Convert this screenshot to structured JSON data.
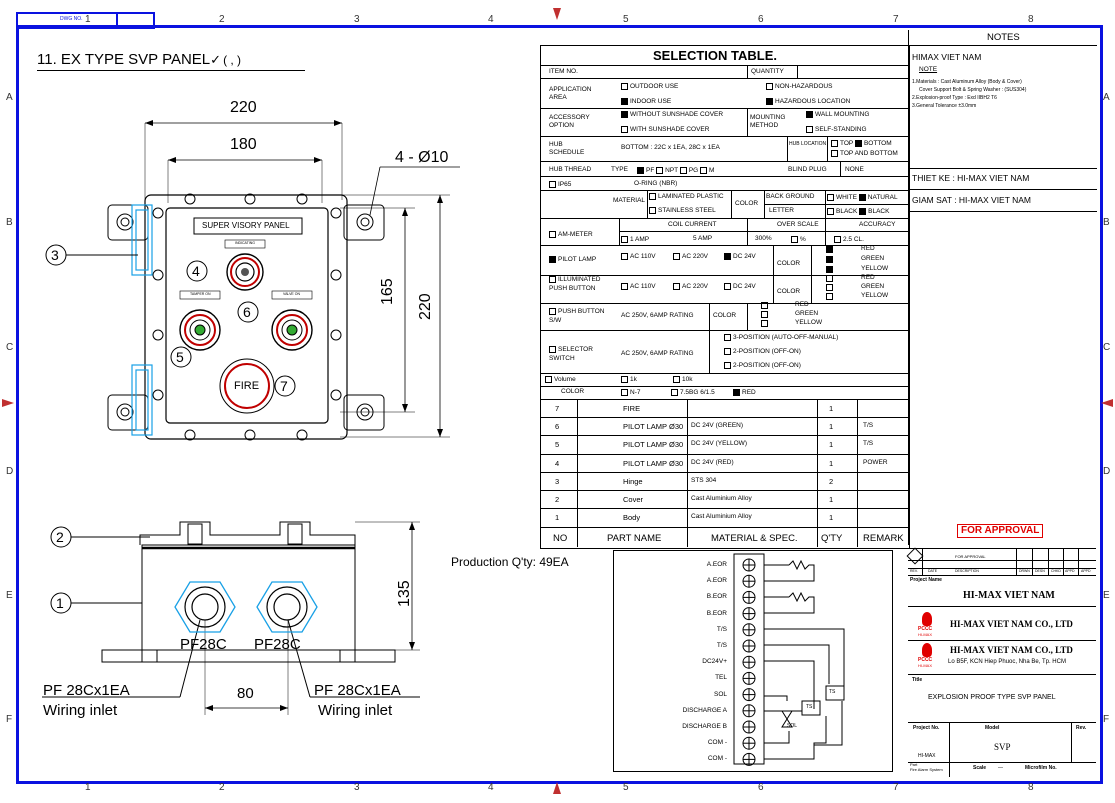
{
  "sheet": {
    "dwg_no_label": "DWG NO.",
    "col_numbers_top": [
      "1",
      "2",
      "3",
      "4",
      "5",
      "6",
      "7",
      "8"
    ],
    "col_numbers_bottom": [
      "1",
      "2",
      "3",
      "4",
      "5",
      "6",
      "7",
      "8"
    ],
    "row_letters": [
      "A",
      "B",
      "C",
      "D",
      "E",
      "F"
    ]
  },
  "drawing": {
    "title": "11. EX TYPE SVP PANEL",
    "surface_marks": "(  ,  )",
    "front_view": {
      "dim_220_top": "220",
      "dim_180": "180",
      "dim_holes": "4 - Ø10",
      "dim_165": "165",
      "dim_220_side": "220",
      "nameplate": "SUPER VISORY PANEL",
      "indicating_label": "INDICATING",
      "tamper_label": "TAMPER ON",
      "valve_label": "VALVE ON",
      "fire_label": "FIRE",
      "balloon_3": "3",
      "balloon_4": "4",
      "balloon_5": "5",
      "balloon_6": "6",
      "balloon_7": "7"
    },
    "bottom_view": {
      "balloon_1": "1",
      "balloon_2": "2",
      "dim_135": "135",
      "dim_80": "80",
      "hub1": "PF28C",
      "hub2": "PF28C",
      "inlet1_a": "PF 28Cx1EA",
      "inlet1_b": "Wiring inlet",
      "inlet2_a": "PF 28Cx1EA",
      "inlet2_b": "Wiring inlet"
    },
    "production_qty": "Production Q'ty: 49EA"
  },
  "selection_table": {
    "title": "SELECTION   TABLE.",
    "item_no": "ITEM NO.",
    "quantity": "QUANTITY",
    "application_area": "APPLICATION AREA",
    "outdoor_use": "OUTDOOR USE",
    "non_hazardous": "NON-HAZARDOUS",
    "indoor_use": "INDOOR USE",
    "hazardous": "HAZARDOUS LOCATION",
    "accessory_option": "ACCESSORY OPTION",
    "without_shade": "WITHOUT SUNSHADE COVER",
    "with_shade": "WITH SUNSHADE COVER",
    "mounting_method": "MOUNTING METHOD",
    "wall_mounting": "WALL MOUNTING",
    "self_standing": "SELF-STANDING",
    "hub_schedule": "HUB SCHEDULE",
    "hub_bottom": "BOTTOM :  22C x 1EA,  28C x 1EA",
    "hub_location": "HUB LOCATION",
    "top": "TOP",
    "bottom": "BOTTOM",
    "top_and_bottom": "TOP AND BOTTOM",
    "hub_thread": "HUB THREAD",
    "type": "TYPE",
    "pf": "PF",
    "npt": "NPT",
    "pg": "PG",
    "m": "M",
    "blind_plug": "BLIND PLUG",
    "none": "NONE",
    "ip65": "IP65",
    "oring": "O-RING  (NBR)",
    "material": "MATERIAL",
    "laminated": "LAMINATED PLASTIC",
    "stainless": "STAINLESS STEEL",
    "color": "COLOR",
    "back_ground": "BACK GROUND",
    "letter": "LETTER",
    "white": "WHITE",
    "natural": "NATURAL",
    "black": "BLACK",
    "coil_current": "COIL CURRENT",
    "over_scale": "OVER SCALE",
    "accuracy": "ACCURACY",
    "am_meter": "AM-METER",
    "one_amp": "1 AMP",
    "five_amp": "5 AMP",
    "pct300": "300%",
    "pct": "%",
    "cl25": "2.5 CL.",
    "pilot_lamp": "PILOT LAMP",
    "ac110": "AC 110V",
    "ac220": "AC 220V",
    "dc24": "DC 24V",
    "red": "RED",
    "green": "GREEN",
    "yellow": "YELLOW",
    "illuminated": "ILLUMINATED PUSH BUTTON",
    "push_button": "PUSH BUTTON S/W",
    "ac250": "AC 250V, 6AMP RATING",
    "selector": "SELECTOR SWITCH",
    "pos3": "3-POSITION (AUTO-OFF-MANUAL)",
    "pos2a": "2-POSITION (OFF-ON)",
    "pos2b": "2-POSITION (OFF-ON)",
    "volume": "Volume",
    "k1": "1k",
    "k10": "10k",
    "color2": "COLOR",
    "n7": "N-7",
    "bg75": "7.5BG 6/1.5",
    "red2": "RED"
  },
  "parts": [
    {
      "no": "7",
      "part": "FIRE",
      "spec": "",
      "qty": "1",
      "remark": ""
    },
    {
      "no": "6",
      "part": "PILOT LAMP Ø30",
      "spec": "DC 24V (GREEN)",
      "qty": "1",
      "remark": "T/S"
    },
    {
      "no": "5",
      "part": "PILOT LAMP Ø30",
      "spec": "DC 24V (YELLOW)",
      "qty": "1",
      "remark": "T/S"
    },
    {
      "no": "4",
      "part": "PILOT LAMP Ø30",
      "spec": "DC 24V (RED)",
      "qty": "1",
      "remark": "POWER"
    },
    {
      "no": "3",
      "part": "Hinge",
      "spec": "STS 304",
      "qty": "2",
      "remark": ""
    },
    {
      "no": "2",
      "part": "Cover",
      "spec": "Cast Aluminium Alloy",
      "qty": "1",
      "remark": ""
    },
    {
      "no": "1",
      "part": "Body",
      "spec": "Cast Aluminium Alloy",
      "qty": "1",
      "remark": ""
    }
  ],
  "parts_header": {
    "no": "NO",
    "part": "PART NAME",
    "spec": "MATERIAL & SPEC.",
    "qty": "Q'TY",
    "remark": "REMARK"
  },
  "terminals": [
    "A.EOR",
    "A.EOR",
    "B.EOR",
    "B.EOR",
    "T/S",
    "T/S",
    "DC24V+",
    "TEL",
    "SOL",
    "DISCHARGE A",
    "DISCHARGE B",
    "COM -",
    "COM -"
  ],
  "wiring_labels": {
    "ts1": "TS",
    "ts2": "TS",
    "sol": "SOL"
  },
  "notes": {
    "header": "NOTES",
    "company": "HIMAX VIET NAM",
    "note_label": "NOTE",
    "lines": [
      "1.Materials : Cast Aluminum Alloy (Body & Cover)",
      "Cover Support Bolt & Spring Washer : (SUS304)",
      "2.Explosion-proof Type : Exd IIBH2 T6",
      "3.General Tolerance ±3.0mm"
    ],
    "thiet_ke": "THIET KE :  HI-MAX VIET NAM",
    "giam_sat": "GIAM SAT :  HI-MAX VIET NAM",
    "approval": "FOR APPROVAL"
  },
  "title_block": {
    "for_approval": "FOR APPROVAL",
    "rev": "REV.",
    "date": "DATE",
    "description": "DESCRIPTION",
    "drwn": "DRWN",
    "desn": "DESN",
    "chkd": "CHKD",
    "appd1": "APPD",
    "appd2": "APPD",
    "project_name_label": "Project Name",
    "project_name": "HI-MAX VIET NAM",
    "company1": "HI-MAX VIET NAM CO., LTD",
    "company2": "HI-MAX VIET NAM CO., LTD",
    "address": "Lo B5F, KCN Hiep Phuoc, Nha Be, Tp. HCM",
    "logo_text": "PCCC",
    "logo_sub": "HI-MAX",
    "title_label": "Title",
    "title": "EXPLOSION PROOF TYPE SVP PANEL",
    "project_no_label": "Project No.",
    "project_no": "HI-MAX",
    "model_label": "Model",
    "model": "SVP",
    "rev_label": "Rev.",
    "part_label": "Part",
    "part": "Fire Alarm System",
    "scale_label": "Scale",
    "scale": "—",
    "microfilm_label": "Microfilm No."
  },
  "colors": {
    "border": "#0a12e0",
    "approval": "#e00000",
    "logo": "#e00000",
    "hinge": "#18a0e6"
  }
}
